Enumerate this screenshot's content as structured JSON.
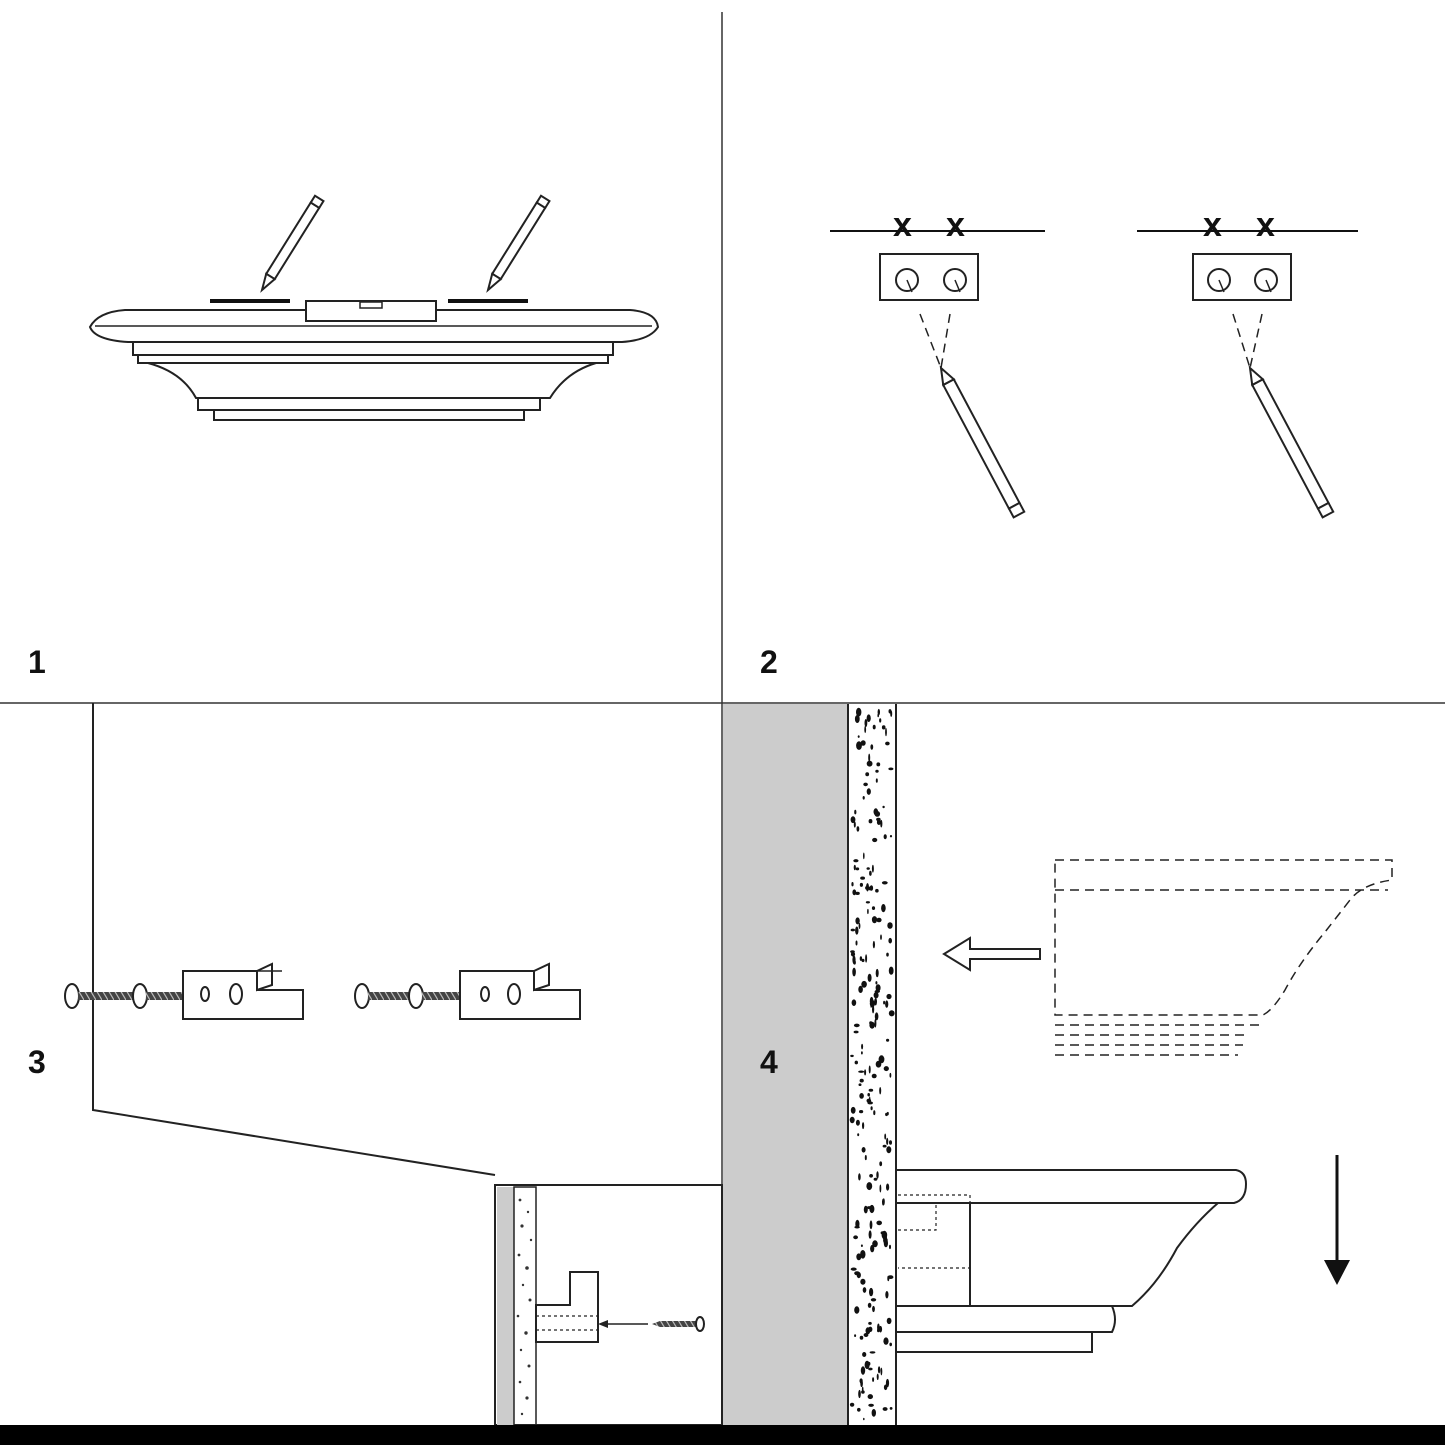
{
  "steps": [
    {
      "number": "1"
    },
    {
      "number": "2"
    },
    {
      "number": "3"
    },
    {
      "number": "4"
    }
  ],
  "marks": {
    "x_mark": "x"
  },
  "colors": {
    "line": "#222222",
    "wall_gray": "#cccccc",
    "background": "#ffffff",
    "bottom_bar": "#000000"
  }
}
